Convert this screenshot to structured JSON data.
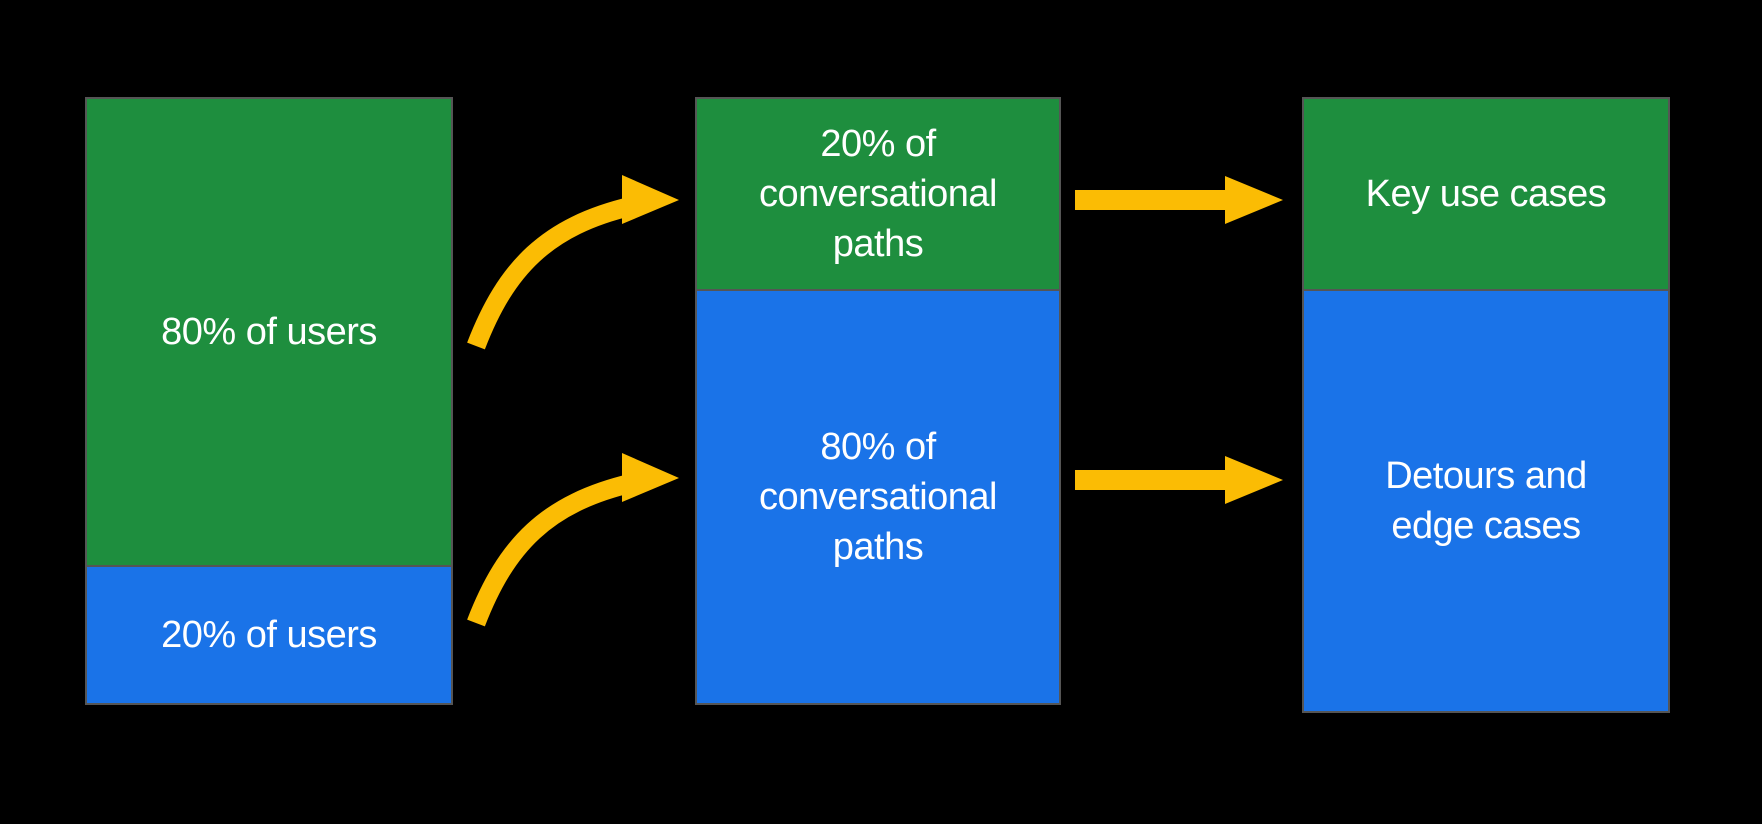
{
  "colors": {
    "background": "#000000",
    "green": "#1E8E3E",
    "blue": "#1A73E8",
    "arrow_yellow": "#FBBC04",
    "bar_border": "#555555",
    "label_text": "#FFFFFF"
  },
  "columns": [
    {
      "name": "users",
      "segments": [
        {
          "color": "green",
          "share": "80%",
          "lines": [
            "80% of users"
          ]
        },
        {
          "color": "blue",
          "share": "20%",
          "lines": [
            "20% of users"
          ]
        }
      ]
    },
    {
      "name": "conversational-paths",
      "segments": [
        {
          "color": "green",
          "share": "20%",
          "lines": [
            "20% of",
            "conversational",
            "paths"
          ]
        },
        {
          "color": "blue",
          "share": "80%",
          "lines": [
            "80% of",
            "conversational",
            "paths"
          ]
        }
      ]
    },
    {
      "name": "outcomes",
      "segments": [
        {
          "color": "green",
          "lines": [
            "Key use cases"
          ]
        },
        {
          "color": "blue",
          "lines": [
            "Detours and",
            "edge cases"
          ]
        }
      ]
    }
  ],
  "arrows": [
    {
      "from": "80% of users",
      "to": "20% of conversational paths",
      "shape": "curved"
    },
    {
      "from": "20% of users",
      "to": "80% of conversational paths",
      "shape": "curved"
    },
    {
      "from": "20% of conversational paths",
      "to": "Key use cases",
      "shape": "straight"
    },
    {
      "from": "80% of conversational paths",
      "to": "Detours and edge cases",
      "shape": "straight"
    }
  ]
}
